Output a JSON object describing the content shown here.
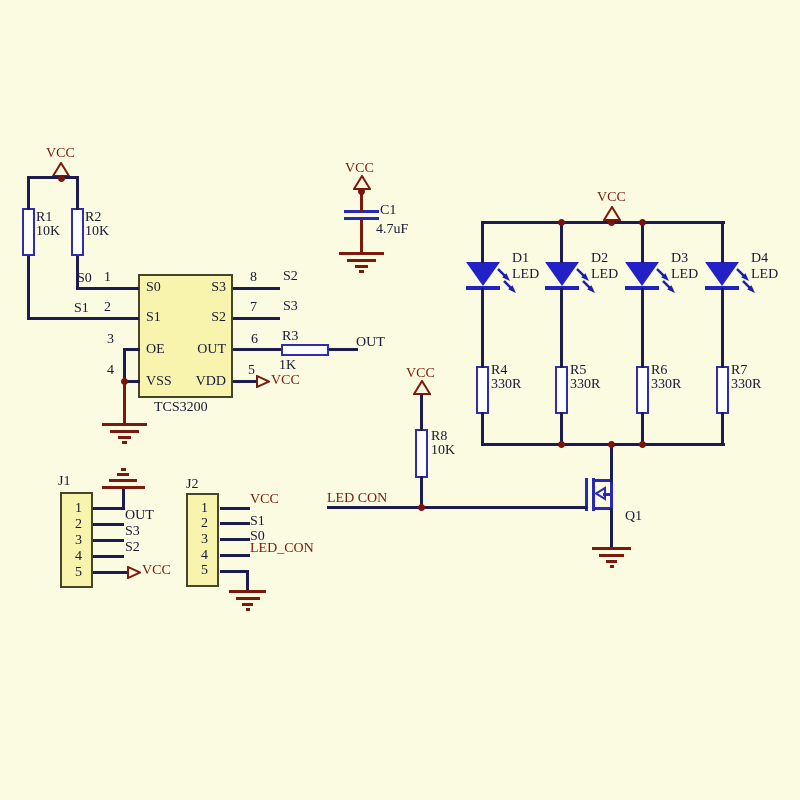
{
  "labels": {
    "vcc": "VCC"
  },
  "resistors": {
    "r1": {
      "ref": "R1",
      "val": "10K"
    },
    "r2": {
      "ref": "R2",
      "val": "10K"
    },
    "r3": {
      "ref": "R3",
      "val": "1K"
    },
    "r8": {
      "ref": "R8",
      "val": "10K"
    }
  },
  "capacitor": {
    "ref": "C1",
    "val": "4.7uF"
  },
  "ic": {
    "name": "TCS3200",
    "pins_left": [
      "S0",
      "S1",
      "OE",
      "VSS"
    ],
    "pins_right": [
      "S3",
      "S2",
      "OUT",
      "VDD"
    ],
    "pin_numbers_left": [
      "1",
      "2",
      "3",
      "4"
    ],
    "pin_numbers_right": [
      "8",
      "7",
      "6",
      "5"
    ]
  },
  "nets": {
    "s0": "S0",
    "s1": "S1",
    "s2": "S2",
    "s3": "S3",
    "out": "OUT",
    "led_con": "LED CON",
    "led_con_pin": "LED_CON"
  },
  "leds": [
    {
      "ref": "D1",
      "part": "LED",
      "res_ref": "R4",
      "res_val": "330R"
    },
    {
      "ref": "D2",
      "part": "LED",
      "res_ref": "R5",
      "res_val": "330R"
    },
    {
      "ref": "D3",
      "part": "LED",
      "res_ref": "R6",
      "res_val": "330R"
    },
    {
      "ref": "D4",
      "part": "LED",
      "res_ref": "R7",
      "res_val": "330R"
    }
  ],
  "transistor": {
    "ref": "Q1"
  },
  "connectors": {
    "j1": {
      "ref": "J1",
      "pins": [
        "1",
        "2",
        "3",
        "4",
        "5"
      ],
      "pin_nets": [
        "OUT",
        "S3",
        "S2"
      ]
    },
    "j2": {
      "ref": "J2",
      "pins": [
        "1",
        "2",
        "3",
        "4",
        "5"
      ],
      "pin_nets": [
        "S1",
        "S0"
      ]
    }
  },
  "colors": {
    "background": "#fbfbe1",
    "wire": "#1c1c50",
    "component_blue": "#2727b8",
    "power_red": "#7b190d",
    "text": "#181838",
    "ic_fill": "#f8f4ae"
  }
}
